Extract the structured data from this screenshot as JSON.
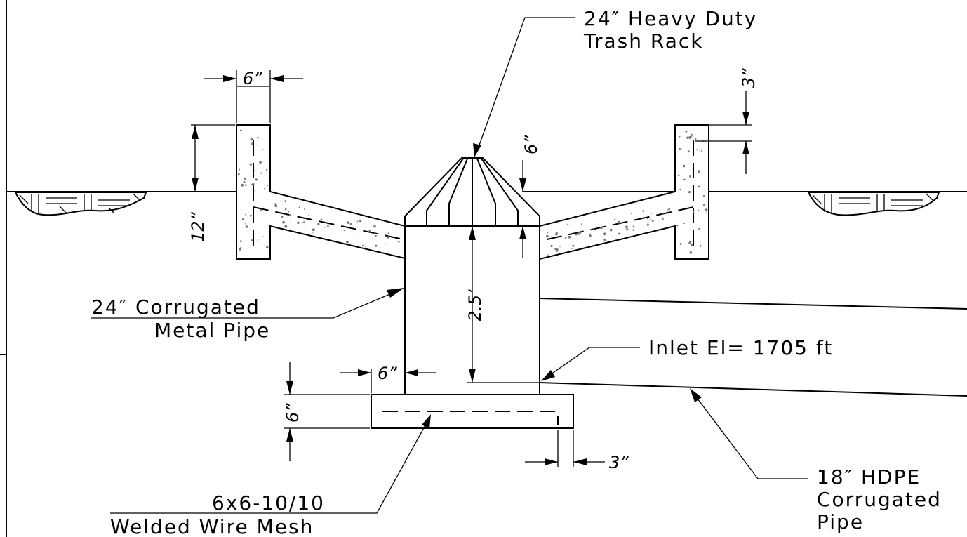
{
  "labels": {
    "trash_rack_line1": "24″ Heavy Duty",
    "trash_rack_line2": "Trash Rack",
    "cmp_line1": "24″ Corrugated",
    "cmp_line2": "Metal Pipe",
    "inlet_el": "Inlet El= 1705 ft",
    "hdpe_line1": "18″ HDPE",
    "hdpe_line2": "Corrugated",
    "hdpe_line3": "Pipe",
    "mesh_line1": "6x6-10/10",
    "mesh_line2": "Welded Wire Mesh"
  },
  "dimensions": {
    "wall_width": "6”",
    "wall_height": "12”",
    "wall_cover": "3”",
    "rack_offset": "6”",
    "riser_height": "2.5’",
    "pad_overhang": "6”",
    "pad_thickness": "6”",
    "pad_cover": "3”"
  },
  "colors": {
    "line": "#000000",
    "background": "#ffffff",
    "aggregate": "#7a7a7a"
  }
}
